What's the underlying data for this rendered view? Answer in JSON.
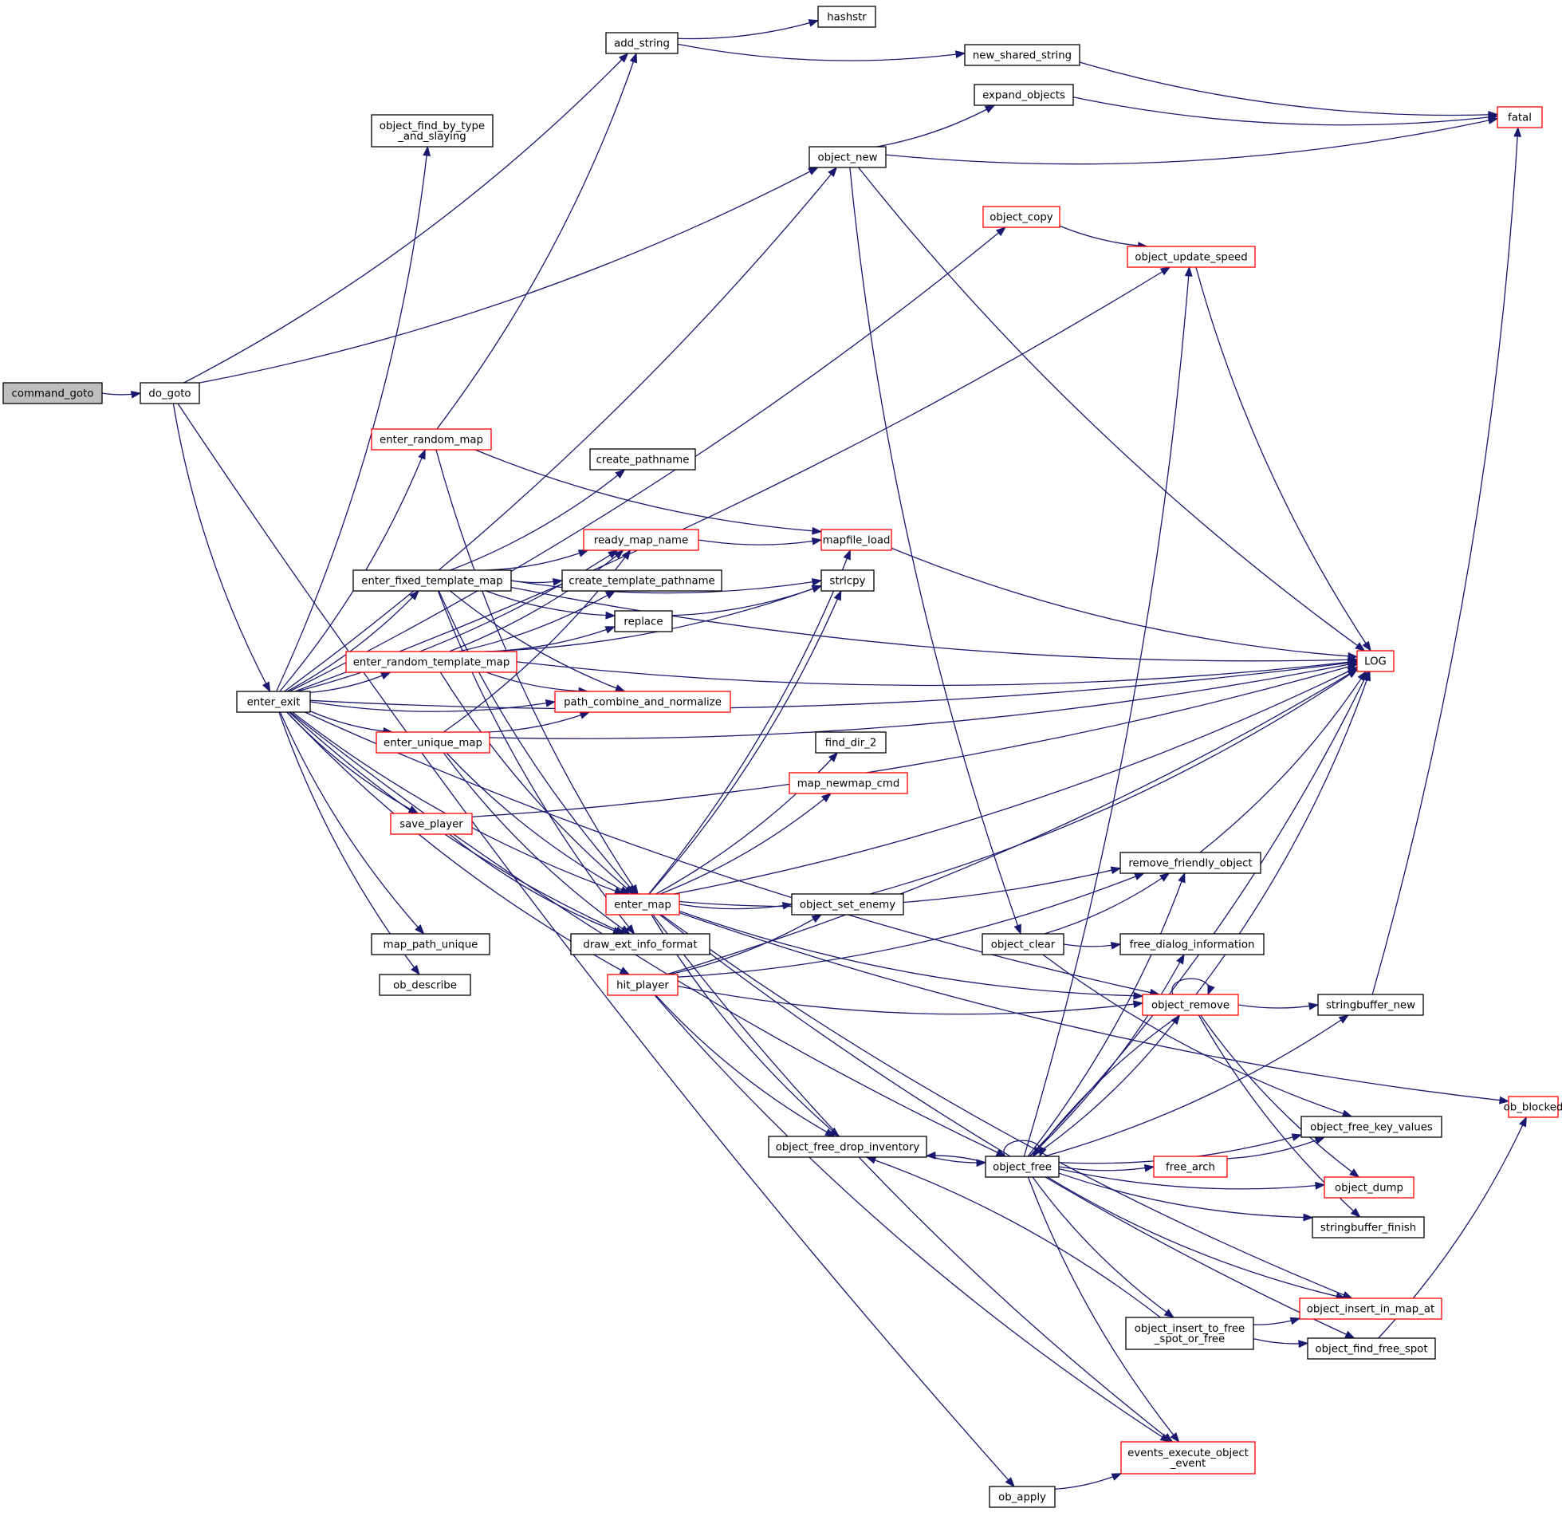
{
  "colors": {
    "edge": "#191970",
    "node_border": "#000000",
    "node_border_truncated": "#ff0000",
    "root_fill": "#bfbfbf",
    "node_fill": "#ffffff"
  },
  "nodes": [
    {
      "id": "command_goto",
      "lines": [
        "command_goto"
      ],
      "root": true
    },
    {
      "id": "do_goto",
      "lines": [
        "do_goto"
      ]
    },
    {
      "id": "add_string",
      "lines": [
        "add_string"
      ]
    },
    {
      "id": "hashstr",
      "lines": [
        "hashstr"
      ]
    },
    {
      "id": "new_shared_string",
      "lines": [
        "new_shared_string"
      ]
    },
    {
      "id": "fatal",
      "lines": [
        "fatal"
      ],
      "red": true
    },
    {
      "id": "object_find_by_type_and_slaying",
      "lines": [
        "object_find_by_type",
        "_and_slaying"
      ]
    },
    {
      "id": "expand_objects",
      "lines": [
        "expand_objects"
      ]
    },
    {
      "id": "object_new",
      "lines": [
        "object_new"
      ]
    },
    {
      "id": "object_copy",
      "lines": [
        "object_copy"
      ],
      "red": true
    },
    {
      "id": "object_update_speed",
      "lines": [
        "object_update_speed"
      ],
      "red": true
    },
    {
      "id": "enter_random_map",
      "lines": [
        "enter_random_map"
      ],
      "red": true
    },
    {
      "id": "create_pathname",
      "lines": [
        "create_pathname"
      ]
    },
    {
      "id": "ready_map_name",
      "lines": [
        "ready_map_name"
      ],
      "red": true
    },
    {
      "id": "mapfile_load",
      "lines": [
        "mapfile_load"
      ],
      "red": true
    },
    {
      "id": "enter_fixed_template_map",
      "lines": [
        "enter_fixed_template_map"
      ]
    },
    {
      "id": "create_template_pathname",
      "lines": [
        "create_template_pathname"
      ]
    },
    {
      "id": "strlcpy",
      "lines": [
        "strlcpy"
      ]
    },
    {
      "id": "replace",
      "lines": [
        "replace"
      ]
    },
    {
      "id": "LOG",
      "lines": [
        "LOG"
      ],
      "red": true
    },
    {
      "id": "enter_random_template_map",
      "lines": [
        "enter_random_template_map"
      ],
      "red": true
    },
    {
      "id": "enter_exit",
      "lines": [
        "enter_exit"
      ]
    },
    {
      "id": "path_combine_and_normalize",
      "lines": [
        "path_combine_and_normalize"
      ],
      "red": true
    },
    {
      "id": "enter_unique_map",
      "lines": [
        "enter_unique_map"
      ],
      "red": true
    },
    {
      "id": "find_dir_2",
      "lines": [
        "find_dir_2"
      ]
    },
    {
      "id": "map_newmap_cmd",
      "lines": [
        "map_newmap_cmd"
      ],
      "red": true
    },
    {
      "id": "save_player",
      "lines": [
        "save_player"
      ],
      "red": true
    },
    {
      "id": "remove_friendly_object",
      "lines": [
        "remove_friendly_object"
      ]
    },
    {
      "id": "enter_map",
      "lines": [
        "enter_map"
      ],
      "red": true
    },
    {
      "id": "object_set_enemy",
      "lines": [
        "object_set_enemy"
      ]
    },
    {
      "id": "map_path_unique",
      "lines": [
        "map_path_unique"
      ]
    },
    {
      "id": "draw_ext_info_format",
      "lines": [
        "draw_ext_info_format"
      ]
    },
    {
      "id": "object_clear",
      "lines": [
        "object_clear"
      ]
    },
    {
      "id": "free_dialog_information",
      "lines": [
        "free_dialog_information"
      ]
    },
    {
      "id": "ob_describe",
      "lines": [
        "ob_describe"
      ]
    },
    {
      "id": "hit_player",
      "lines": [
        "hit_player"
      ],
      "red": true
    },
    {
      "id": "object_remove",
      "lines": [
        "object_remove"
      ],
      "red": true
    },
    {
      "id": "stringbuffer_new",
      "lines": [
        "stringbuffer_new"
      ]
    },
    {
      "id": "ob_blocked",
      "lines": [
        "ob_blocked"
      ],
      "red": true
    },
    {
      "id": "object_free_key_values",
      "lines": [
        "object_free_key_values"
      ]
    },
    {
      "id": "object_free_drop_inventory",
      "lines": [
        "object_free_drop_inventory"
      ]
    },
    {
      "id": "object_free",
      "lines": [
        "object_free"
      ]
    },
    {
      "id": "free_arch",
      "lines": [
        "free_arch"
      ],
      "red": true
    },
    {
      "id": "object_dump",
      "lines": [
        "object_dump"
      ],
      "red": true
    },
    {
      "id": "stringbuffer_finish",
      "lines": [
        "stringbuffer_finish"
      ]
    },
    {
      "id": "object_insert_in_map_at",
      "lines": [
        "object_insert_in_map_at"
      ],
      "red": true
    },
    {
      "id": "object_insert_to_free_spot_or_free",
      "lines": [
        "object_insert_to_free",
        "_spot_or_free"
      ]
    },
    {
      "id": "object_find_free_spot",
      "lines": [
        "object_find_free_spot"
      ]
    },
    {
      "id": "events_execute_object_event",
      "lines": [
        "events_execute_object",
        "_event"
      ],
      "red": true
    },
    {
      "id": "ob_apply",
      "lines": [
        "ob_apply"
      ]
    }
  ],
  "edges": [
    [
      "command_goto",
      "do_goto"
    ],
    [
      "do_goto",
      "add_string"
    ],
    [
      "do_goto",
      "object_new"
    ],
    [
      "do_goto",
      "enter_exit"
    ],
    [
      "do_goto",
      "ob_apply"
    ],
    [
      "add_string",
      "hashstr"
    ],
    [
      "add_string",
      "new_shared_string"
    ],
    [
      "new_shared_string",
      "fatal"
    ],
    [
      "expand_objects",
      "fatal"
    ],
    [
      "object_new",
      "expand_objects"
    ],
    [
      "object_new",
      "fatal"
    ],
    [
      "object_new",
      "LOG"
    ],
    [
      "object_new",
      "object_clear"
    ],
    [
      "object_copy",
      "object_update_speed"
    ],
    [
      "object_update_speed",
      "LOG"
    ],
    [
      "enter_exit",
      "object_find_by_type_and_slaying"
    ],
    [
      "enter_exit",
      "object_new"
    ],
    [
      "enter_exit",
      "object_copy"
    ],
    [
      "enter_exit",
      "object_update_speed"
    ],
    [
      "enter_exit",
      "LOG"
    ],
    [
      "enter_exit",
      "enter_random_map"
    ],
    [
      "enter_exit",
      "ready_map_name"
    ],
    [
      "enter_exit",
      "enter_fixed_template_map"
    ],
    [
      "enter_exit",
      "enter_random_template_map"
    ],
    [
      "enter_exit",
      "path_combine_and_normalize"
    ],
    [
      "enter_exit",
      "enter_unique_map"
    ],
    [
      "enter_exit",
      "save_player"
    ],
    [
      "enter_exit",
      "enter_map"
    ],
    [
      "enter_exit",
      "draw_ext_info_format"
    ],
    [
      "enter_exit",
      "map_path_unique"
    ],
    [
      "enter_exit",
      "ob_describe"
    ],
    [
      "enter_exit",
      "hit_player"
    ],
    [
      "enter_exit",
      "object_remove"
    ],
    [
      "enter_exit",
      "object_free"
    ],
    [
      "enter_random_map",
      "add_string"
    ],
    [
      "enter_random_map",
      "mapfile_load"
    ],
    [
      "enter_random_map",
      "enter_map"
    ],
    [
      "enter_fixed_template_map",
      "create_pathname"
    ],
    [
      "enter_fixed_template_map",
      "ready_map_name"
    ],
    [
      "enter_fixed_template_map",
      "create_template_pathname"
    ],
    [
      "enter_fixed_template_map",
      "strlcpy"
    ],
    [
      "enter_fixed_template_map",
      "replace"
    ],
    [
      "enter_fixed_template_map",
      "LOG"
    ],
    [
      "enter_fixed_template_map",
      "path_combine_and_normalize"
    ],
    [
      "enter_fixed_template_map",
      "enter_map"
    ],
    [
      "enter_fixed_template_map",
      "draw_ext_info_format"
    ],
    [
      "enter_random_template_map",
      "ready_map_name"
    ],
    [
      "enter_random_template_map",
      "create_template_pathname"
    ],
    [
      "enter_random_template_map",
      "replace"
    ],
    [
      "enter_random_template_map",
      "strlcpy"
    ],
    [
      "enter_random_template_map",
      "LOG"
    ],
    [
      "enter_random_template_map",
      "path_combine_and_normalize"
    ],
    [
      "enter_random_template_map",
      "enter_map"
    ],
    [
      "ready_map_name",
      "mapfile_load"
    ],
    [
      "mapfile_load",
      "LOG"
    ],
    [
      "replace",
      "strlcpy"
    ],
    [
      "enter_unique_map",
      "ready_map_name"
    ],
    [
      "enter_unique_map",
      "path_combine_and_normalize"
    ],
    [
      "enter_unique_map",
      "LOG"
    ],
    [
      "enter_unique_map",
      "enter_map"
    ],
    [
      "enter_unique_map",
      "draw_ext_info_format"
    ],
    [
      "save_player",
      "LOG"
    ],
    [
      "save_player",
      "draw_ext_info_format"
    ],
    [
      "enter_map",
      "mapfile_load"
    ],
    [
      "enter_map",
      "strlcpy"
    ],
    [
      "enter_map",
      "LOG"
    ],
    [
      "enter_map",
      "find_dir_2"
    ],
    [
      "enter_map",
      "map_newmap_cmd"
    ],
    [
      "enter_map",
      "ob_blocked"
    ],
    [
      "enter_map",
      "remove_friendly_object"
    ],
    [
      "enter_map",
      "object_set_enemy"
    ],
    [
      "enter_map",
      "object_remove"
    ],
    [
      "enter_map",
      "object_free_drop_inventory"
    ],
    [
      "enter_map",
      "object_insert_in_map_at"
    ],
    [
      "enter_map",
      "object_find_free_spot"
    ],
    [
      "enter_map",
      "events_execute_object_event"
    ],
    [
      "object_set_enemy",
      "LOG"
    ],
    [
      "hit_player",
      "LOG"
    ],
    [
      "hit_player",
      "remove_friendly_object"
    ],
    [
      "hit_player",
      "object_set_enemy"
    ],
    [
      "hit_player",
      "object_remove"
    ],
    [
      "hit_player",
      "object_free_drop_inventory"
    ],
    [
      "hit_player",
      "events_execute_object_event"
    ],
    [
      "remove_friendly_object",
      "LOG"
    ],
    [
      "object_clear",
      "remove_friendly_object"
    ],
    [
      "object_clear",
      "free_dialog_information"
    ],
    [
      "object_clear",
      "object_free_key_values"
    ],
    [
      "object_remove",
      "object_remove"
    ],
    [
      "object_remove",
      "LOG"
    ],
    [
      "object_remove",
      "stringbuffer_new"
    ],
    [
      "object_remove",
      "object_dump"
    ],
    [
      "object_remove",
      "stringbuffer_finish"
    ],
    [
      "object_remove",
      "object_free"
    ],
    [
      "stringbuffer_new",
      "fatal"
    ],
    [
      "object_free",
      "object_free"
    ],
    [
      "object_free",
      "object_update_speed"
    ],
    [
      "object_free",
      "LOG"
    ],
    [
      "object_free",
      "remove_friendly_object"
    ],
    [
      "object_free",
      "free_dialog_information"
    ],
    [
      "object_free",
      "object_remove"
    ],
    [
      "object_free",
      "stringbuffer_new"
    ],
    [
      "object_free",
      "object_free_key_values"
    ],
    [
      "object_free",
      "object_free_drop_inventory"
    ],
    [
      "object_free",
      "free_arch"
    ],
    [
      "object_free",
      "object_dump"
    ],
    [
      "object_free",
      "stringbuffer_finish"
    ],
    [
      "object_free",
      "object_insert_in_map_at"
    ],
    [
      "object_free",
      "object_insert_to_free_spot_or_free"
    ],
    [
      "object_free",
      "events_execute_object_event"
    ],
    [
      "object_free_drop_inventory",
      "object_free"
    ],
    [
      "free_arch",
      "object_free_key_values"
    ],
    [
      "object_insert_to_free_spot_or_free",
      "object_free_drop_inventory"
    ],
    [
      "object_insert_to_free_spot_or_free",
      "object_insert_in_map_at"
    ],
    [
      "object_insert_to_free_spot_or_free",
      "object_find_free_spot"
    ],
    [
      "object_find_free_spot",
      "ob_blocked"
    ],
    [
      "ob_apply",
      "events_execute_object_event"
    ]
  ]
}
